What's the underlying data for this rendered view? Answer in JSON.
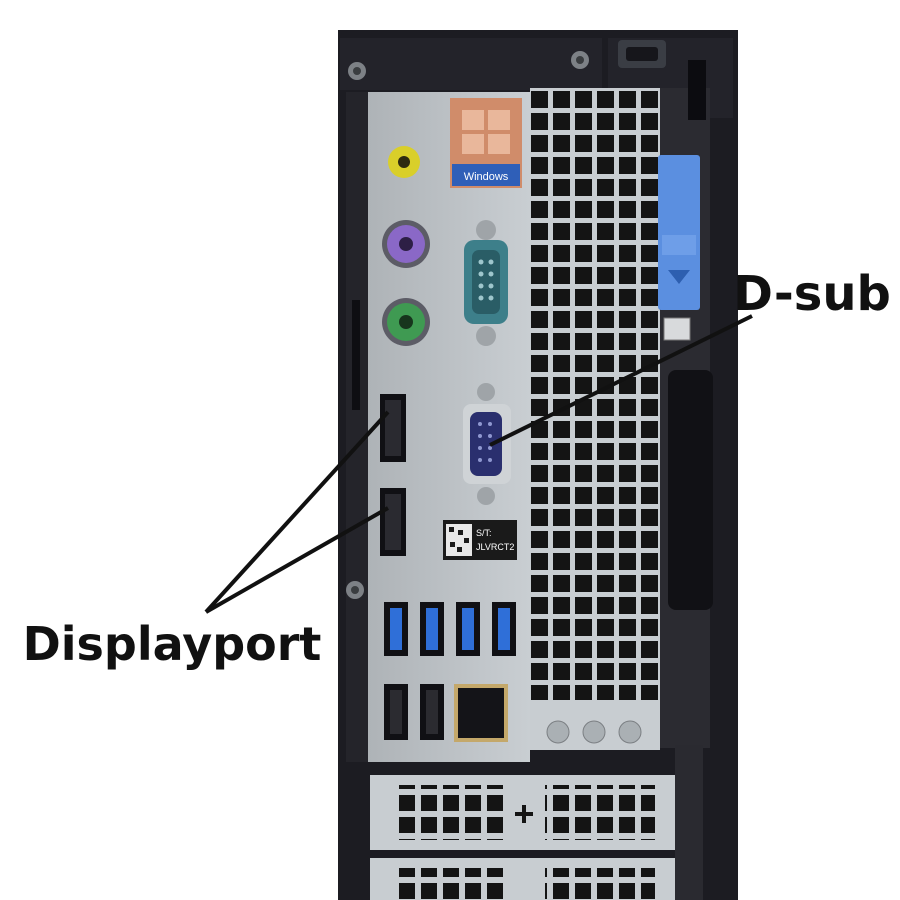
{
  "labels": {
    "dsub": "D-sub",
    "displayport": "Displayport"
  },
  "badge": {
    "windows": "Windows"
  },
  "service_tag": {
    "title": "S/T:",
    "code": "JLVRCT2"
  },
  "colors": {
    "chassis": "#1c1c22",
    "panel": "#b9bec2",
    "grille": "#141414",
    "latch": "#5b8fe0",
    "audio": "#d9cf2a",
    "ps2_mouse": "#3f9a52",
    "ps2_keyboard": "#8a68c7",
    "serial": "#3d7f8a",
    "vga": "#2a2f6e",
    "usb3": "#2f6fd8",
    "ink": "#111111"
  }
}
